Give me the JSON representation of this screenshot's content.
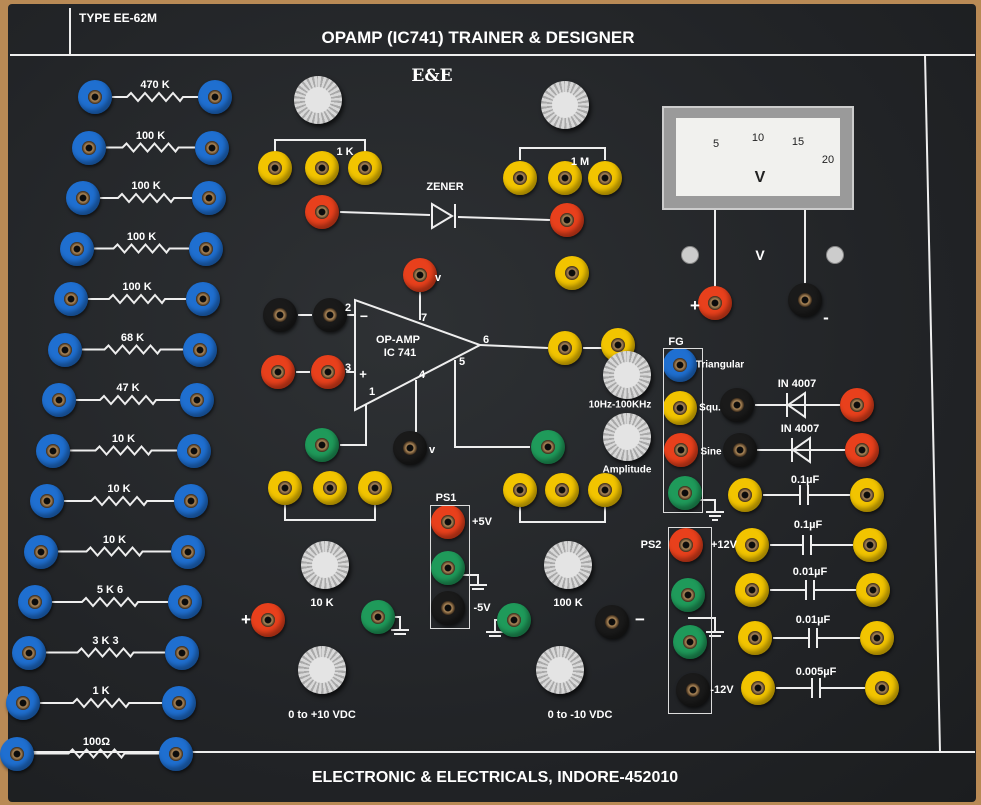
{
  "header": {
    "type_label": "TYPE EE-62M",
    "title": "OPAMP (IC741) TRAINER & DESIGNER",
    "logo": "E&E"
  },
  "footer": {
    "text": "ELECTRONIC & ELECTRICALS, INDORE-452010"
  },
  "resistors": [
    "470 K",
    "100 K",
    "100 K",
    "100 K",
    "100 K",
    "68 K",
    "47 K",
    "10 K",
    "10 K",
    "10 K",
    "5 K 6",
    "3 K 3",
    "1 K",
    "100Ω"
  ],
  "pots": {
    "p1": "1 K",
    "p2": "1 M",
    "p3": "10 K",
    "p4": "100 K"
  },
  "zener": {
    "label": "ZENER"
  },
  "meter": {
    "scale": [
      "5",
      "10",
      "15",
      "20"
    ],
    "unit": "V",
    "label": "V",
    "plus": "+",
    "minus": "-"
  },
  "opamp": {
    "name": "OP-AMP",
    "ic": "IC 741",
    "pin2": "2",
    "pin3": "3",
    "pin7": "7",
    "pin4": "4",
    "pin1": "1",
    "pin6": "6",
    "pin5": "5",
    "minus": "−",
    "plus": "+",
    "v_top": "v",
    "v_bottom": "v"
  },
  "fg": {
    "label": "FG",
    "knob_freq": "10Hz-100KHz",
    "knob_amp": "Amplitude",
    "outputs": [
      "Triangular",
      "Squ.",
      "Sine"
    ]
  },
  "diodes": [
    "IN 4007",
    "IN 4007"
  ],
  "capacitors": [
    "0.1µF",
    "0.1µF",
    "0.01µF",
    "0.01µF",
    "0.005µF"
  ],
  "ps1": {
    "label": "PS1",
    "pos": "+5V",
    "neg": "-5V"
  },
  "ps2": {
    "label": "PS2",
    "pos": "+12V",
    "neg": "-12V"
  },
  "dc": {
    "pos_label": "0 to +10 VDC",
    "neg_label": "0 to -10 VDC",
    "plus": "+",
    "minus": "−"
  },
  "colors": {
    "blue": "#1f6fd0",
    "yellow": "#f2c400",
    "red": "#e8401c",
    "green": "#1f9a5a",
    "black": "#1a1a1a"
  }
}
